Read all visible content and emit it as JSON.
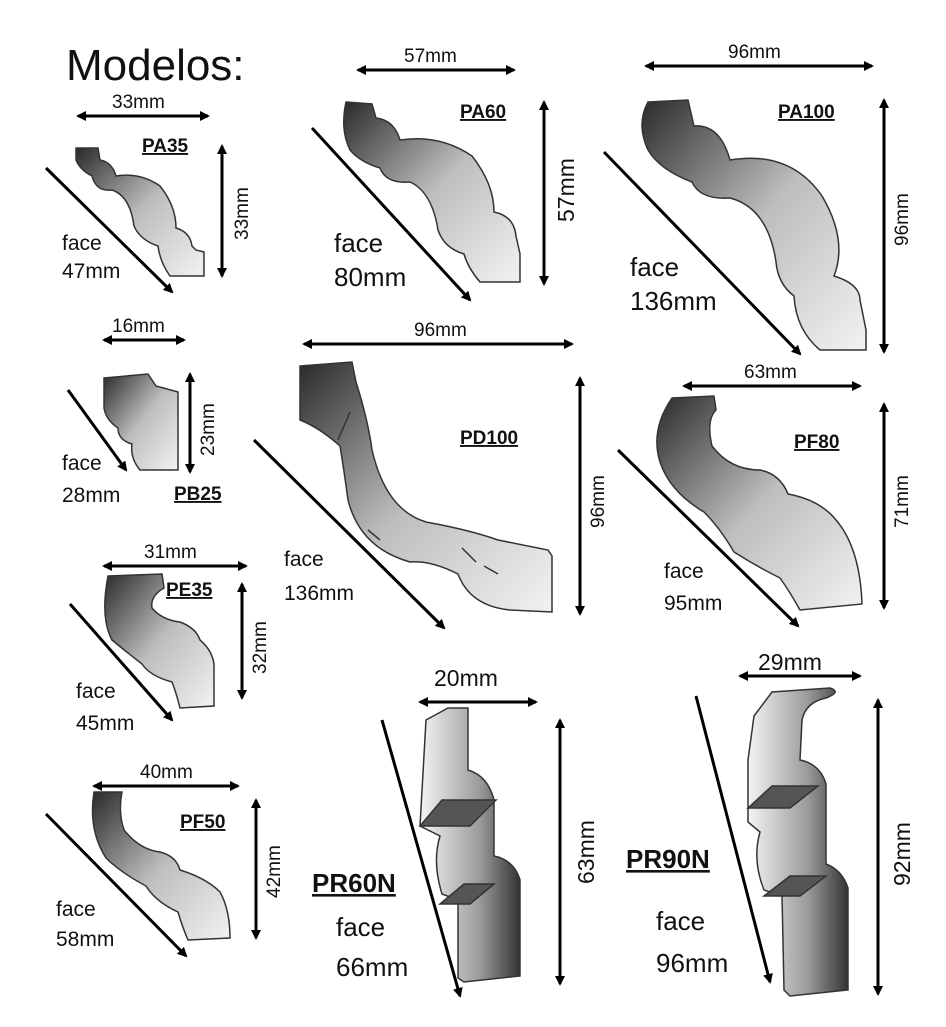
{
  "title": "Modelos:",
  "models": [
    {
      "code": "PA35",
      "width": "33mm",
      "height": "33mm",
      "face_label": "face",
      "face": "47mm"
    },
    {
      "code": "PA60",
      "width": "57mm",
      "height": "57mm",
      "face_label": "face",
      "face": "80mm"
    },
    {
      "code": "PA100",
      "width": "96mm",
      "height": "96mm",
      "face_label": "face",
      "face": "136mm"
    },
    {
      "code": "PB25",
      "width": "16mm",
      "height": "23mm",
      "face_label": "face",
      "face": "28mm"
    },
    {
      "code": "PD100",
      "width": "96mm",
      "height": "96mm",
      "face_label": "face",
      "face": "136mm"
    },
    {
      "code": "PF80",
      "width": "63mm",
      "height": "71mm",
      "face_label": "face",
      "face": "95mm"
    },
    {
      "code": "PE35",
      "width": "31mm",
      "height": "32mm",
      "face_label": "face",
      "face": "45mm"
    },
    {
      "code": "PF50",
      "width": "40mm",
      "height": "42mm",
      "face_label": "face",
      "face": "58mm"
    },
    {
      "code": "PR60N",
      "width": "20mm",
      "height": "63mm",
      "face_label": "face",
      "face": "66mm"
    },
    {
      "code": "PR90N",
      "width": "29mm",
      "height": "92mm",
      "face_label": "face",
      "face": "96mm"
    }
  ]
}
